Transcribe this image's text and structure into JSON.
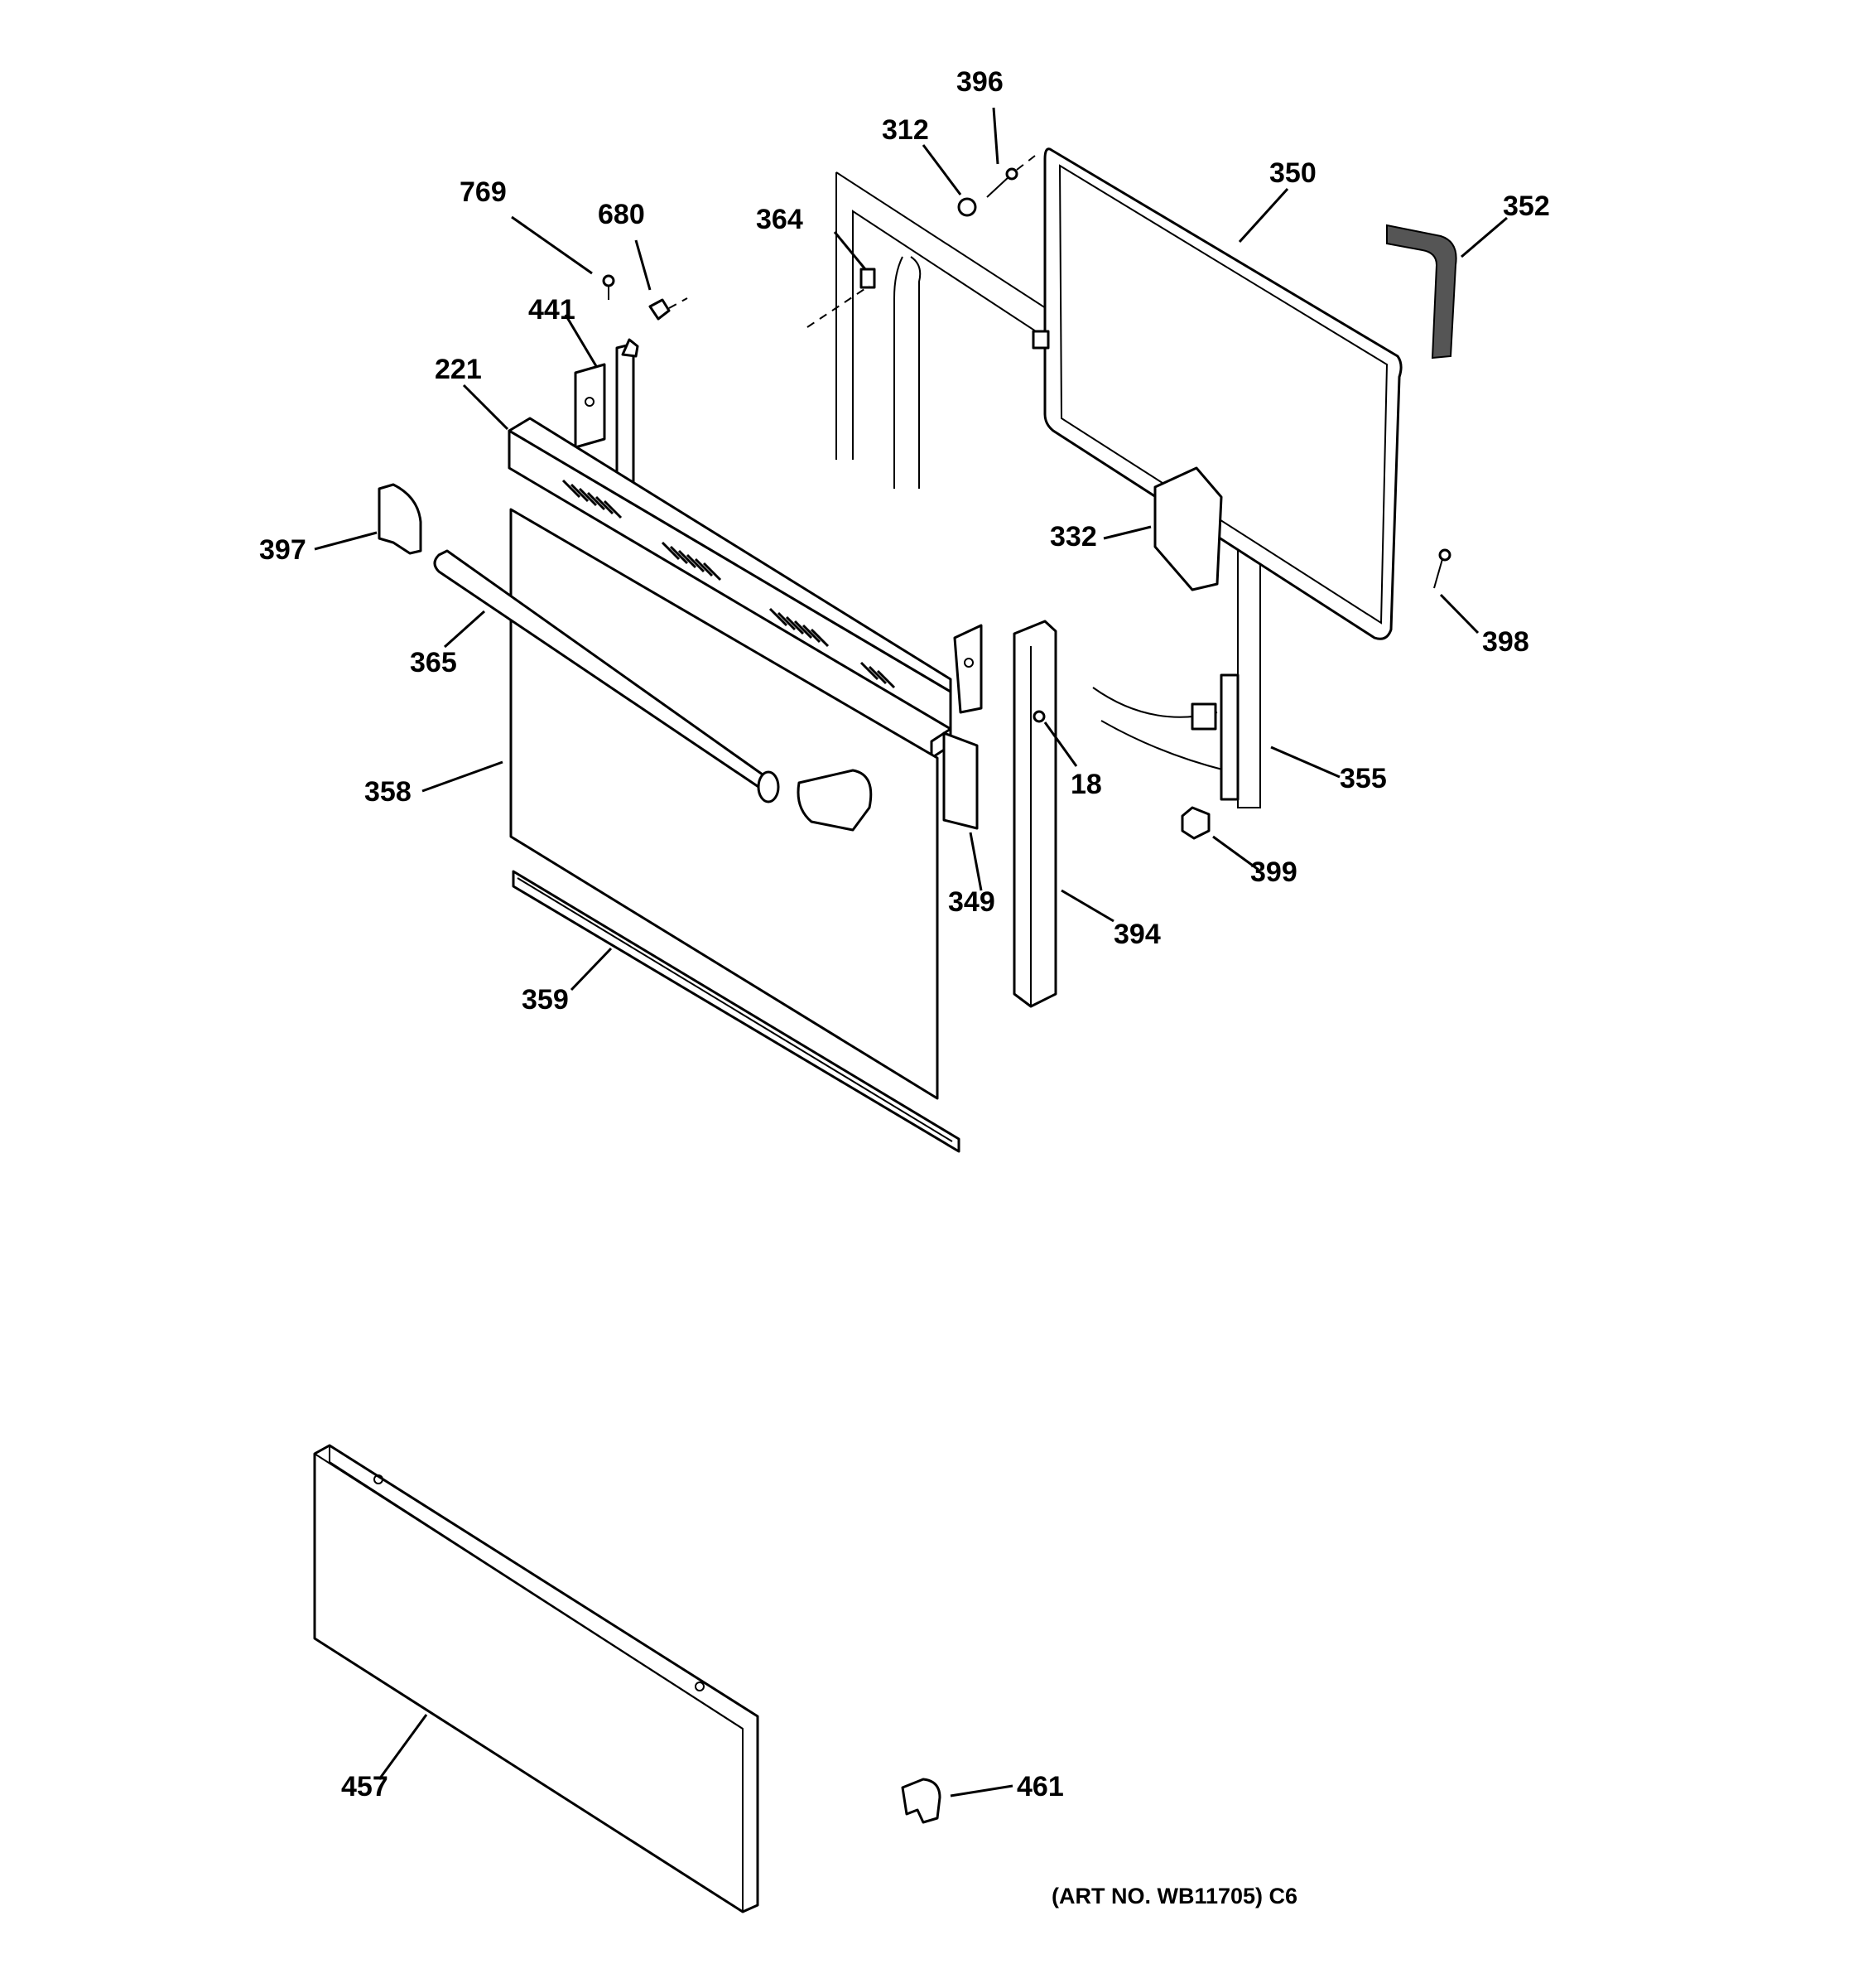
{
  "callouts": {
    "c396": "396",
    "c312": "312",
    "c769": "769",
    "c680": "680",
    "c364": "364",
    "c350": "350",
    "c352": "352",
    "c441": "441",
    "c221": "221",
    "c397": "397",
    "c332": "332",
    "c398": "398",
    "c365": "365",
    "c18": "18",
    "c355": "355",
    "c358": "358",
    "c349": "349",
    "c399": "399",
    "c394": "394",
    "c359": "359",
    "c457": "457",
    "c461": "461"
  },
  "art_number": "(ART NO. WB11705) C6"
}
